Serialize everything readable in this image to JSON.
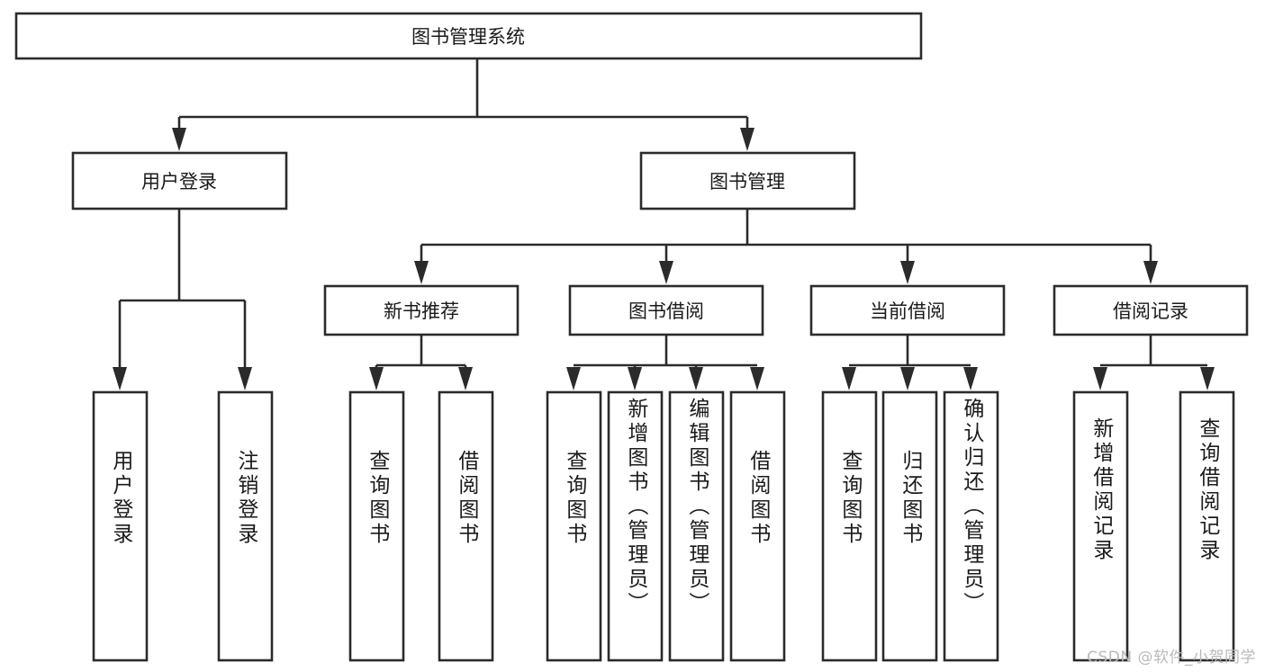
{
  "diagram": {
    "type": "tree",
    "title": "图书管理系统",
    "watermark": "CSDN @软件_小贺同学",
    "colors": {
      "background": "#ffffff",
      "stroke": "#2b2b2b",
      "text": "#1a1a1a",
      "watermark": "#b9b9b9"
    },
    "nodes": {
      "root": {
        "label": "图书管理系统"
      },
      "level2": [
        {
          "id": "user-login",
          "label": "用户登录"
        },
        {
          "id": "book-manage",
          "label": "图书管理"
        }
      ],
      "level3": [
        {
          "id": "new-book-recommend",
          "label": "新书推荐"
        },
        {
          "id": "book-borrow",
          "label": "图书借阅"
        },
        {
          "id": "current-borrow",
          "label": "当前借阅"
        },
        {
          "id": "borrow-record",
          "label": "借阅记录"
        }
      ],
      "leaves": {
        "user-login": [
          {
            "id": "leaf-user-login",
            "label": "用户登录"
          },
          {
            "id": "leaf-logout-login",
            "label": "注销登录"
          }
        ],
        "new-book-recommend": [
          {
            "id": "leaf-query-book-1",
            "label": "查询图书"
          },
          {
            "id": "leaf-borrow-book-1",
            "label": "借阅图书"
          }
        ],
        "book-borrow": [
          {
            "id": "leaf-query-book-2",
            "label": "查询图书"
          },
          {
            "id": "leaf-add-book-admin",
            "label": "新增图书（管理员）"
          },
          {
            "id": "leaf-edit-book-admin",
            "label": "编辑图书（管理员）"
          },
          {
            "id": "leaf-borrow-book-2",
            "label": "借阅图书"
          }
        ],
        "current-borrow": [
          {
            "id": "leaf-query-book-3",
            "label": "查询图书"
          },
          {
            "id": "leaf-return-book",
            "label": "归还图书"
          },
          {
            "id": "leaf-confirm-return-admin",
            "label": "确认归还（管理员）"
          }
        ],
        "borrow-record": [
          {
            "id": "leaf-add-borrow-record",
            "label": "新增借阅记录"
          },
          {
            "id": "leaf-query-borrow-record",
            "label": "查询借阅记录"
          }
        ]
      }
    }
  }
}
